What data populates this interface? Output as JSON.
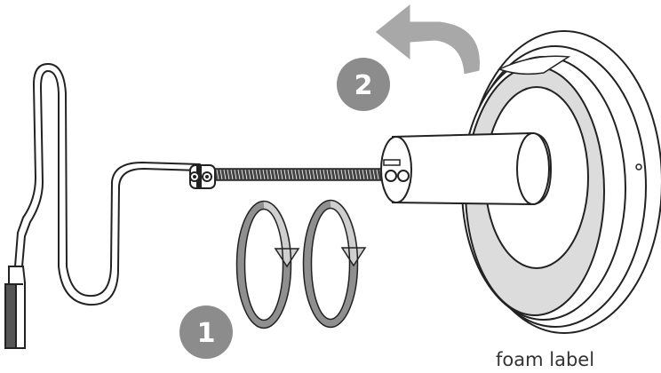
{
  "diagram": {
    "steps": [
      {
        "number": "1"
      },
      {
        "number": "2"
      }
    ],
    "label": "foam label"
  },
  "colors": {
    "outline": "#222222",
    "badge": "#8c8c8c",
    "arrow_gray": "#a8a8a8",
    "ring_gray": "#cfcfcf",
    "ring_dark": "#8f8f8f",
    "background": "#ffffff"
  }
}
